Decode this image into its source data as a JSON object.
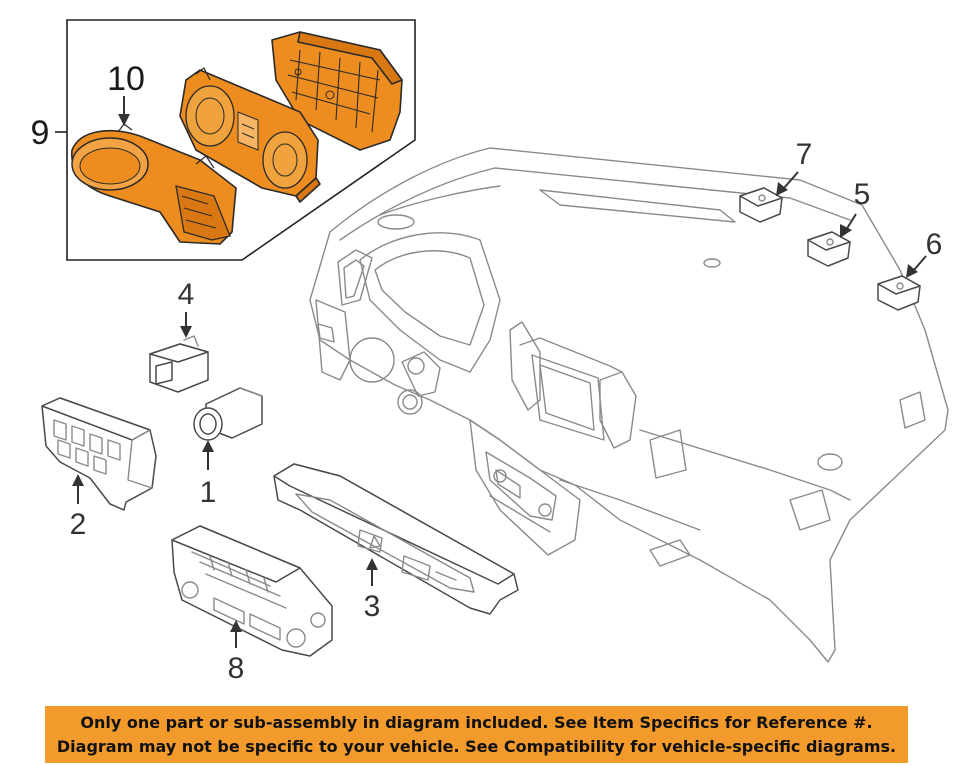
{
  "callouts": {
    "c1": "1",
    "c2": "2",
    "c3": "3",
    "c4": "4",
    "c5": "5",
    "c6": "6",
    "c7": "7",
    "c8": "8",
    "c9": "9",
    "c10": "10"
  },
  "notice": {
    "line1": "Only one part or sub-assembly in diagram included. See Item Specifics for Reference #.",
    "line2": "Diagram may not be specific to your vehicle. See Compatibility for vehicle-specific diagrams."
  },
  "colors": {
    "highlight": "#f39a2d",
    "part_fill": "#ee8d1f",
    "part_shade": "#d97812",
    "line": "#8a8a8a"
  },
  "icons": [
    "instrument-cluster",
    "dashboard",
    "switch-panel",
    "hazard-switch",
    "start-button",
    "climate-control",
    "trunk-switch",
    "push-switch"
  ]
}
